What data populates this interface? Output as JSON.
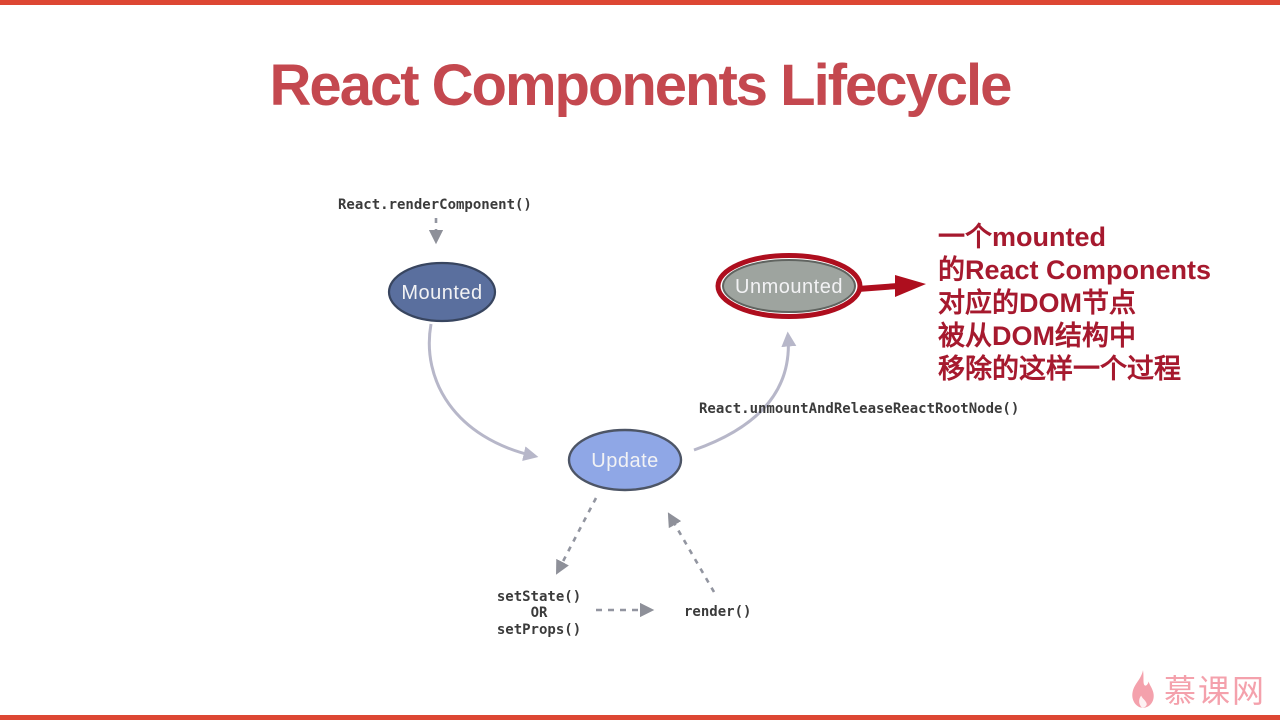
{
  "page": {
    "edge_line_color": "#dd4733",
    "background": "#ffffff"
  },
  "title": {
    "text": "React Components Lifecycle",
    "color": "#c4484f"
  },
  "diagram": {
    "labels": {
      "render_component": "React.renderComponent()",
      "unmount": "React.unmountAndReleaseReactRootNode()",
      "set_state": "setState()",
      "or": "OR",
      "set_props": "setProps()",
      "render": "render()"
    },
    "nodes": {
      "mounted": {
        "label": "Mounted",
        "fill": "#5a6f9e",
        "stroke": "#38455f"
      },
      "update": {
        "label": "Update",
        "fill": "#8fa7e6",
        "stroke": "#4d5566"
      },
      "unmounted": {
        "label": "Unmounted",
        "fill": "#9ea49f",
        "stroke": "#606460",
        "highlight_color": "#ae0e1e"
      }
    },
    "colors": {
      "solid_arrow": "#b7b7c9",
      "dashed_arrow": "#9295a0",
      "label_text": "#3b3b3b",
      "annotation_arrow": "#ae0e1e"
    }
  },
  "annotation": {
    "color": "#a6192e",
    "lines": [
      "一个mounted",
      "的React Components",
      "对应的DOM节点",
      "被从DOM结构中",
      "移除的这样一个过程"
    ]
  },
  "watermark": {
    "text": "慕课网",
    "color": "#f4a1ac",
    "icon": "flame-icon"
  }
}
